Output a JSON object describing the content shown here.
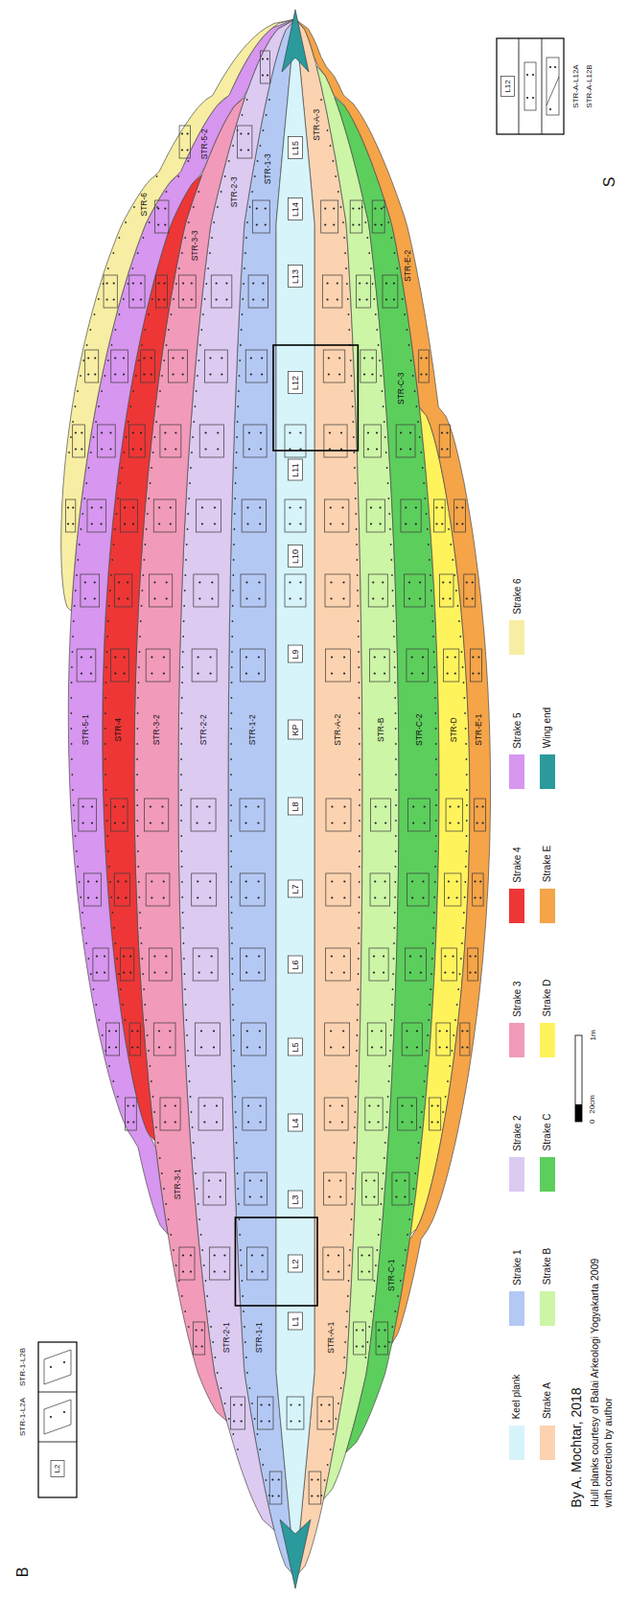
{
  "diagram": {
    "labels": [
      "S",
      "B",
      "L1",
      "L2",
      "L3",
      "L4",
      "L5",
      "L6",
      "L7",
      "L8",
      "KP",
      "L9",
      "L10",
      "L11",
      "L12",
      "L13",
      "L14",
      "L15",
      "STR-1-1",
      "STR-1-2",
      "STR-1-3",
      "STR-2-1",
      "STR-2-2",
      "STR-2-3",
      "STR-3-1",
      "STR-3-2",
      "STR-3-3",
      "STR-4",
      "STR-5-1",
      "STR-5-2",
      "STR-6",
      "STR-A-1",
      "STR-A-2",
      "STR-A-3",
      "STR-B",
      "STR-C-1",
      "STR-C-2",
      "STR-C-3",
      "STR-D",
      "STR-E-1",
      "STR-E-2",
      "L12",
      "STR-A-L12A",
      "STR-A-L12B",
      "L2",
      "STR-1-L2B",
      "STR-1-L2A",
      "0",
      "20cm",
      "1m",
      "By A. Mochtar, 2018",
      "Hull planks courtesy of Balai Arkeologi Yogyakarta 2009",
      "with correction by author"
    ],
    "legend": [
      {
        "text": "Keel plank",
        "color": "#d6f4fa"
      },
      {
        "text": "Strake A",
        "color": "#fcd3b0"
      },
      {
        "text": "Strake 1",
        "color": "#b4c8f4"
      },
      {
        "text": "Strake B",
        "color": "#ccf5a6"
      },
      {
        "text": "Strake 2",
        "color": "#dccaf1"
      },
      {
        "text": "Strake C",
        "color": "#5cce5c"
      },
      {
        "text": "Strake 3",
        "color": "#f29ab9"
      },
      {
        "text": "Strake D",
        "color": "#fff35c"
      },
      {
        "text": "Strake 4",
        "color": "#ee3636"
      },
      {
        "text": "Strake E",
        "color": "#f5a448"
      },
      {
        "text": "Strake 5",
        "color": "#d796ef"
      },
      {
        "text": "Wing end",
        "color": "#2b9a9c"
      },
      {
        "text": "Strake 6",
        "color": "#f7eea3"
      }
    ]
  }
}
